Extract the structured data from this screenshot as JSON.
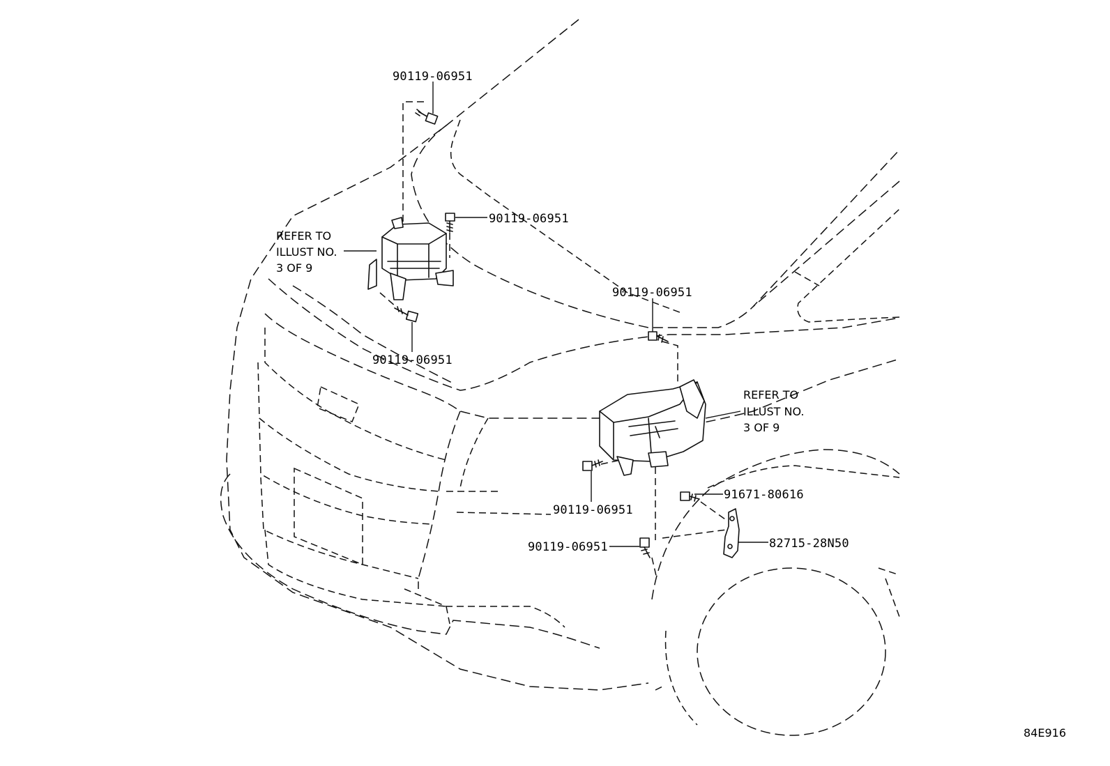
{
  "diagram": {
    "drawing_code": "84E916",
    "callouts": {
      "bolt_top": "90119-06951",
      "bolt_upper_mid": "90119-06951",
      "bolt_left_lower": "90119-06951",
      "bolt_right_upper": "90119-06951",
      "bolt_right_lower": "90119-06951",
      "bolt_bottom": "90119-06951",
      "bolt_bracket": "91671-80616",
      "bracket": "82715-28N50"
    },
    "ref_left": {
      "line1": "REFER TO",
      "line2": "ILLUST NO.",
      "line3": "3 OF 9"
    },
    "ref_right": {
      "line1": "REFER TO",
      "line2": "ILLUST NO.",
      "line3": "3 OF 9"
    }
  }
}
